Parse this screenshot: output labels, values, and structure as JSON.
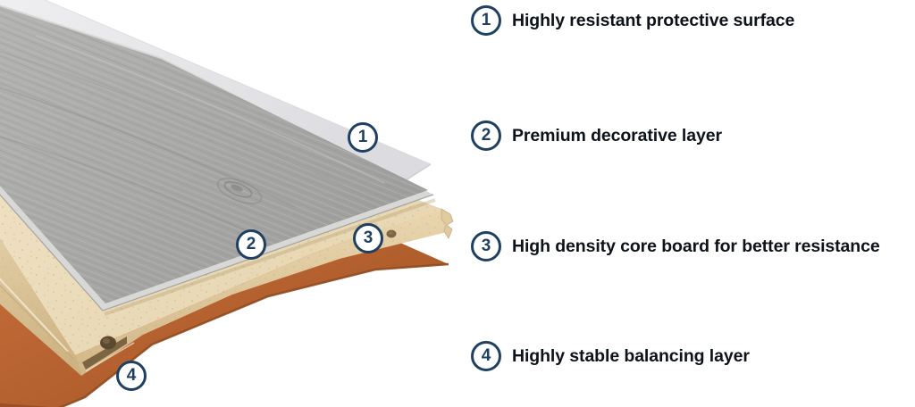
{
  "legend": {
    "items": [
      {
        "number": "1",
        "label": "Highly resistant protective surface"
      },
      {
        "number": "2",
        "label": "Premium decorative layer"
      },
      {
        "number": "3",
        "label": "High density core board for better resistance"
      },
      {
        "number": "4",
        "label": "Highly stable balancing layer"
      }
    ]
  },
  "colors": {
    "accent": "#1f4060",
    "text": "#0d1319",
    "bg": "#ffffff",
    "protective_surface": "#e6e6e9",
    "decorative_wood": "#a9a9a8",
    "wood_bevel": "#d8d8d7",
    "core_board_top": "#eee1c4",
    "core_board_face": "#ddc79d",
    "balancing_layer": "#c06c3a",
    "balancing_edge": "#8e4a20"
  }
}
